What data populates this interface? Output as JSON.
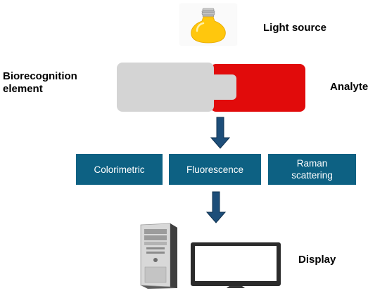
{
  "labels": {
    "light_source": "Light source",
    "biorecognition_line1": "Biorecognition",
    "biorecognition_line2": "element",
    "analyte": "Analyte",
    "display": "Display"
  },
  "methods": [
    {
      "label_line1": "Colorimetric",
      "label_line2": ""
    },
    {
      "label_line1": "Fluorescence",
      "label_line2": ""
    },
    {
      "label_line1": "Raman",
      "label_line2": "scattering"
    }
  ],
  "colors": {
    "method_box": "#0d6183",
    "analyte": "#e10b0b",
    "biorecognition": "#d4d4d4",
    "arrow": "#1d4e79",
    "bulb_glass": "#ffc70d",
    "bulb_base": "#bfbfbf"
  },
  "icons": {
    "light_source": "light-bulb-icon",
    "display": "desktop-computer-icon"
  }
}
